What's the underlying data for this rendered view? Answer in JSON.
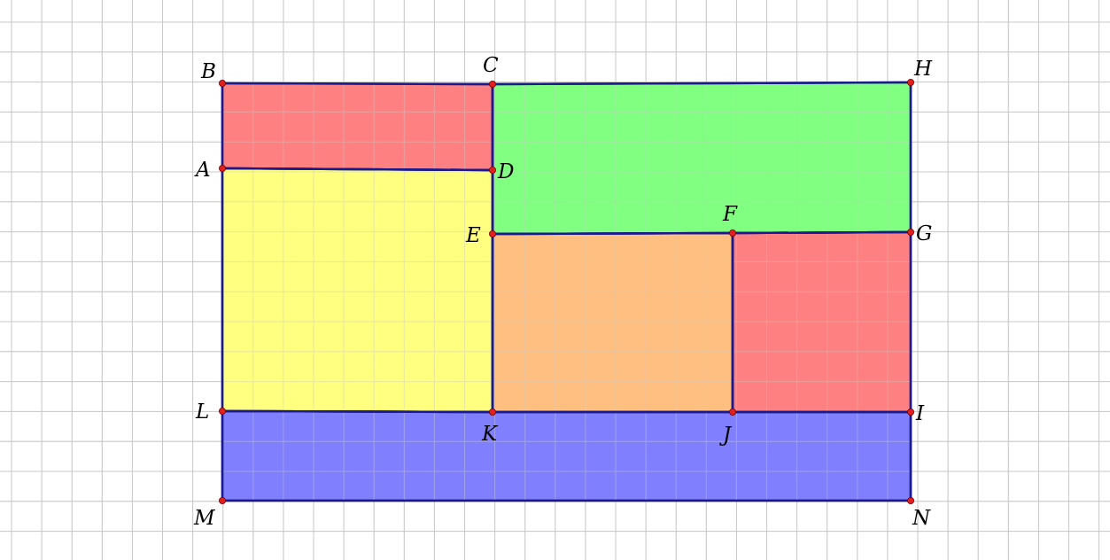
{
  "diagram": {
    "points": [
      {
        "id": "B",
        "label": "B"
      },
      {
        "id": "C",
        "label": "C"
      },
      {
        "id": "H",
        "label": "H"
      },
      {
        "id": "A",
        "label": "A"
      },
      {
        "id": "D",
        "label": "D"
      },
      {
        "id": "E",
        "label": "E"
      },
      {
        "id": "F",
        "label": "F"
      },
      {
        "id": "G",
        "label": "G"
      },
      {
        "id": "L",
        "label": "L"
      },
      {
        "id": "K",
        "label": "K"
      },
      {
        "id": "J",
        "label": "J"
      },
      {
        "id": "I",
        "label": "I"
      },
      {
        "id": "M",
        "label": "M"
      },
      {
        "id": "N",
        "label": "N"
      }
    ],
    "regions": [
      {
        "name": "ABCD",
        "vertices": [
          "A",
          "B",
          "C",
          "D"
        ],
        "color": "#ff8080"
      },
      {
        "name": "CHGFED",
        "vertices": [
          "C",
          "H",
          "G",
          "F",
          "E",
          "D"
        ],
        "color": "#80ff80"
      },
      {
        "name": "ADEKL",
        "vertices": [
          "A",
          "D",
          "E",
          "K",
          "L"
        ],
        "color": "#ffff80"
      },
      {
        "name": "EFJK",
        "vertices": [
          "E",
          "F",
          "J",
          "K"
        ],
        "color": "#ffbf80"
      },
      {
        "name": "FGIJ",
        "vertices": [
          "F",
          "G",
          "I",
          "J"
        ],
        "color": "#ff8080"
      },
      {
        "name": "LIMN",
        "vertices": [
          "L",
          "K",
          "J",
          "I",
          "N",
          "M"
        ],
        "color": "#8080ff"
      }
    ]
  }
}
